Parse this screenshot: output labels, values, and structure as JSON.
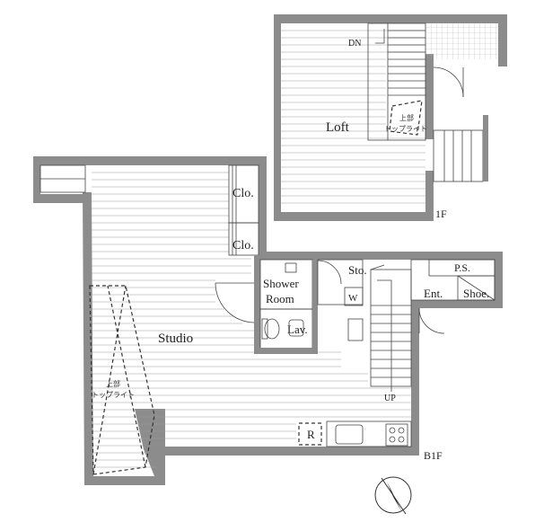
{
  "floors": {
    "upper": {
      "label": "1F"
    },
    "lower": {
      "label": "B1F"
    }
  },
  "rooms": {
    "loft": "Loft",
    "studio": "Studio",
    "closet_1": "Clo.",
    "closet_2": "Clo.",
    "shower_line1": "Shower",
    "shower_line2": "Room",
    "lavatory": "Lav.",
    "storage": "Sto.",
    "entrance": "Ent.",
    "shoe": "Shoe.",
    "pipe_space": "P.S.",
    "washer": "W",
    "refrigerator": "R"
  },
  "stairs": {
    "down": "DN",
    "up": "UP"
  },
  "skylight": {
    "loft_line1": "上部",
    "loft_line2": "トップライト",
    "studio_line1": "上部",
    "studio_line2": "トップライト"
  },
  "colors": {
    "wall": "#8c8c8c",
    "floor_lines": "#9a9a9a",
    "ink": "#222222"
  }
}
